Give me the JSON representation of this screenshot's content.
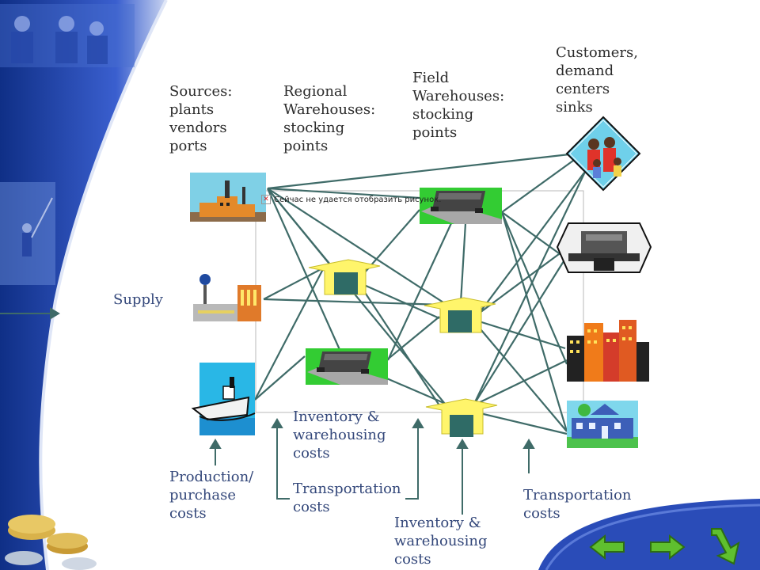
{
  "labels": {
    "sources": "Sources:\nplants\nvendors\nports",
    "regional": "Regional\nWarehouses:\nstocking\npoints",
    "field": "Field\nWarehouses:\nstocking\npoints",
    "customers": "Customers,\ndemand\ncenters\nsinks",
    "supply": "Supply",
    "inventory_1": "Inventory &\nwarehousing\ncosts",
    "transport_1": "Transportation\ncosts",
    "production": "Production/\npurchase\ncosts",
    "inventory_2": "Inventory &\nwarehousing\ncosts",
    "transport_2": "Transportation\ncosts"
  },
  "broken_image_text": "Сейчас не удается отобразить рисунок.",
  "colors": {
    "network_line": "#3f6b68",
    "arrow_line": "#3f6b68",
    "sidebar_blue": "#1f3f9a",
    "warehouse_yellow": "#fff56b",
    "warehouse_door": "#2f6b66",
    "grass_green": "#33cc33",
    "nav_arrow_green": "#5fbf2f"
  },
  "icons": {
    "source_factory": "factory-icon",
    "source_plant": "plant-icon",
    "source_ship": "ship-icon",
    "regional_wh": "warehouse-icon",
    "customer_family": "family-icon",
    "customer_mall": "mall-icon",
    "customer_city": "city-icon",
    "customer_house": "house-icon",
    "nav_back": "arrow-left-icon",
    "nav_forward": "arrow-right-icon",
    "nav_end": "arrow-end-icon"
  }
}
